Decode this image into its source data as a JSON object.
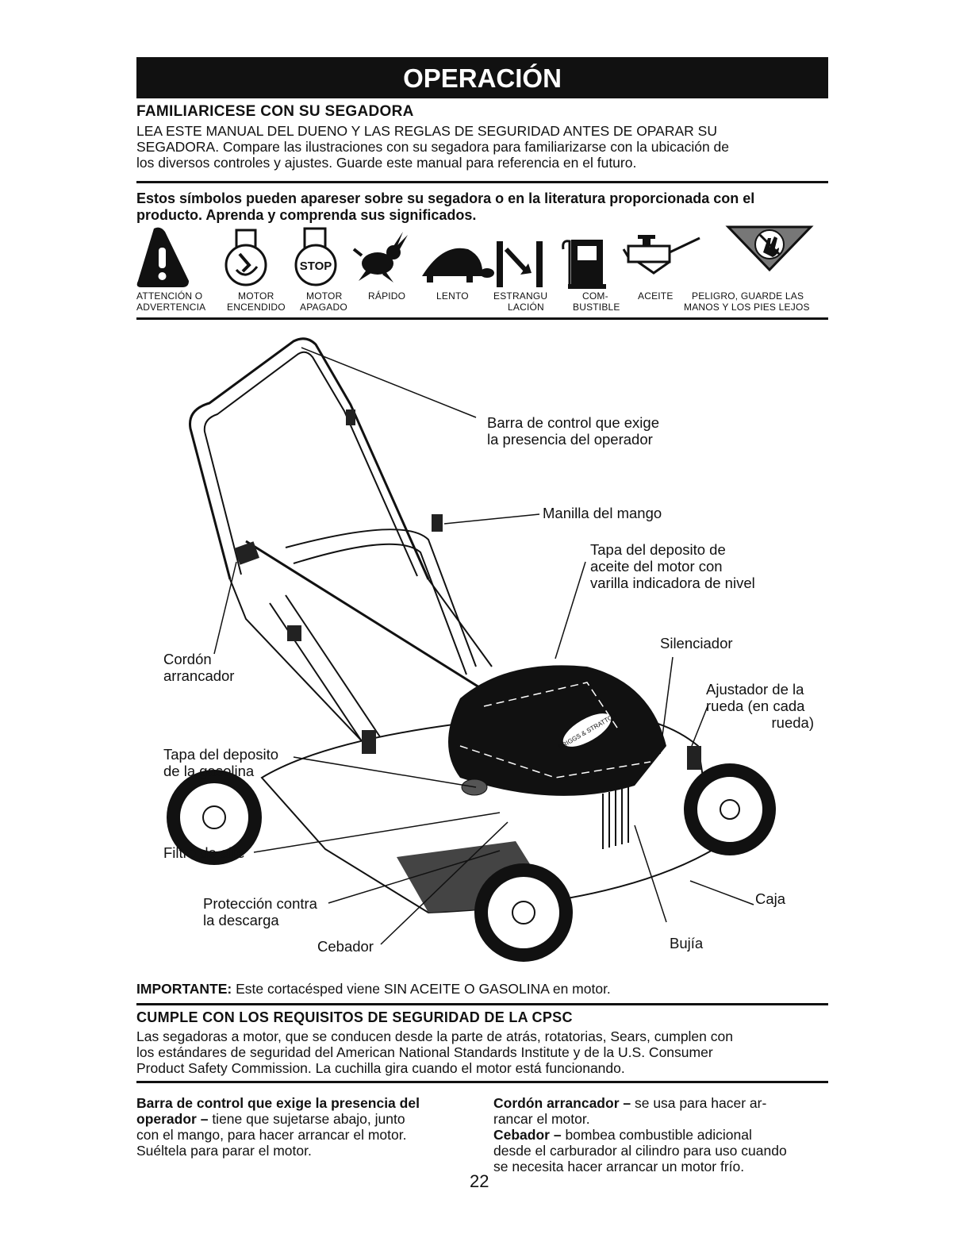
{
  "header": {
    "title": "OPERACIÓN"
  },
  "section1": {
    "heading": "FAMILIARICESE CON SU SEGADORA",
    "lines": [
      "LEA ESTE MANUAL DEL DUENO Y LAS REGLAS DE SEGURIDAD ANTES DE OPARAR SU",
      "SEGADORA.  Compare las ilustraciones con su segadora para familiarizarse con la ubicación de",
      "los diversos controles y ajustes.  Guarde este manual para referencia en el futuro."
    ]
  },
  "symbols_intro": {
    "line1": "Estos símbolos pueden apareser sobre su segadora o en la literatura proporcionada con el",
    "line2": "producto.  Aprenda y comprenda sus significados."
  },
  "symbols": [
    {
      "icon": "warning-triangle-icon",
      "label1": "ATTENCIÓN O",
      "label2": "ADVERTENCIA"
    },
    {
      "icon": "engine-start-icon",
      "label1": "MOTOR",
      "label2": "ENCENDIDO"
    },
    {
      "icon": "engine-stop-icon",
      "label1": "MOTOR",
      "label2": "APAGADO",
      "stop_text": "STOP"
    },
    {
      "icon": "rabbit-fast-icon",
      "label1": "RÁPIDO",
      "label2": ""
    },
    {
      "icon": "turtle-slow-icon",
      "label1": "LENTO",
      "label2": ""
    },
    {
      "icon": "choke-icon",
      "label1": "ESTRANGU",
      "label2": "LACIÓN"
    },
    {
      "icon": "fuel-pump-icon",
      "label1": "COM-",
      "label2": "BUSTIBLE"
    },
    {
      "icon": "oil-can-icon",
      "label1": "ACEITE",
      "label2": ""
    },
    {
      "icon": "keep-hands-away-icon",
      "label1": "PELIGRO, GUARDE LAS",
      "label2": "MANOS Y LOS PIES LEJOS"
    }
  ],
  "callouts": {
    "control_bar": [
      "Barra de control que exige",
      "la presencia del operador"
    ],
    "handle_knob": [
      "Manilla del mango"
    ],
    "oil_cap": [
      "Tapa del deposito de",
      "aceite del motor con",
      "varilla indicadora de nivel"
    ],
    "muffler": [
      "Silenciador"
    ],
    "wheel_adjuster": [
      "Ajustador de la",
      "rueda (en cada",
      "rueda)"
    ],
    "starter_rope": [
      "Cordón",
      "arrancador"
    ],
    "fuel_cap": [
      "Tapa del deposito",
      "de la gasolina"
    ],
    "air_filter": [
      "Filtro de aire"
    ],
    "discharge_guard": [
      "Protección contra",
      "la descarga"
    ],
    "primer": [
      "Cebador"
    ],
    "spark_plug": [
      "Bujía"
    ],
    "housing": [
      "Caja"
    ]
  },
  "brand_badge": "BRIGGS & STRATTON",
  "important": {
    "label": "IMPORTANTE:",
    "text": " Este cortacésped viene SIN ACEITE O GASOLINA en motor."
  },
  "section2": {
    "heading": "CUMPLE CON LOS REQUISITOS DE SEGURIDAD DE LA CPSC",
    "lines": [
      "Las segadoras a motor, que se conducen desde la parte de atrás, rotatorias, Sears, cumplen con",
      "los estándares de seguridad del American National Standards Institute y de la U.S. Consumer",
      "Product Safety Commission.  La cuchilla gira cuando el motor está funcionando."
    ]
  },
  "definitions": {
    "left": {
      "term_line1": "Barra de control que exige la presencia del",
      "term_line2": "operador –",
      "rest_line2": " tiene que sujetarse abajo, junto",
      "lines": [
        "con el mango, para hacer arrancar el motor.",
        "Suéltela para parar el motor."
      ]
    },
    "right": {
      "term1": "Cordón arrancador –",
      "def1a": " se usa para hacer ar-",
      "def1b": "rancar el motor.",
      "term2": "Cebador –",
      "def2a": " bombea combustible adicional",
      "def2b": "desde el carburador al cilindro para uso cuando",
      "def2c": "se necesita hacer arrancar un motor frío."
    }
  },
  "page_number": "22"
}
